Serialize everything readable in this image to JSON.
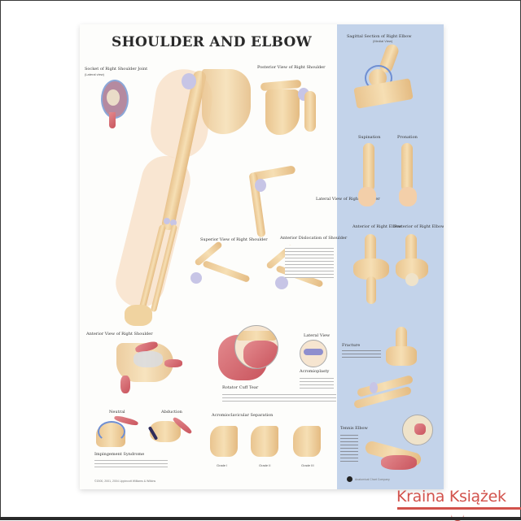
{
  "poster": {
    "title": "SHOULDER AND ELBOW",
    "colors": {
      "side_panel": "#c3d3ea",
      "bone": "#ecc994",
      "muscle": "#d3636b",
      "cartilage": "#c7c5e6",
      "background": "#fdfdfb"
    },
    "main_sections": [
      {
        "id": "arm",
        "label": "Right arm (anterior view)"
      },
      {
        "id": "sagittal_shoulder",
        "heading": "Socket of Right Shoulder Joint",
        "subheading": "(Lateral view)"
      },
      {
        "id": "posterior_shoulder",
        "heading": "Posterior View of Right Shoulder"
      },
      {
        "id": "lateral_shoulder",
        "heading": "Lateral View of Right Shoulder"
      },
      {
        "id": "superior_shoulder",
        "heading": "Superior View of Right Shoulder"
      },
      {
        "id": "anterior_dislocation",
        "heading": "Anterior Dislocation of Shoulder"
      },
      {
        "id": "anterior_shoulder",
        "heading": "Anterior View of Right Shoulder"
      },
      {
        "id": "lateral_view",
        "heading": "Lateral View"
      },
      {
        "id": "acromioplasty",
        "heading": "Acromioplasty"
      },
      {
        "id": "rotator_cuff",
        "heading": "Rotator Cuff Tear"
      },
      {
        "id": "neutral",
        "heading": "Neutral"
      },
      {
        "id": "abduction",
        "heading": "Abduction"
      },
      {
        "id": "impingement",
        "heading": "Impingement Syndrome"
      },
      {
        "id": "ac_separation",
        "heading": "Acromioclavicular Separation",
        "grades": [
          "Grade I",
          "Grade II",
          "Grade III"
        ]
      }
    ],
    "side_sections": [
      {
        "id": "sagittal_elbow",
        "heading": "Sagittal Section of Right Elbow",
        "subheading": "(Medial View)"
      },
      {
        "id": "supination",
        "heading": "Supination"
      },
      {
        "id": "pronation",
        "heading": "Pronation"
      },
      {
        "id": "anterior_elbow",
        "heading": "Anterior of Right Elbow"
      },
      {
        "id": "posterior_elbow",
        "heading": "Posterior of Right Elbow"
      },
      {
        "id": "fracture",
        "heading": "Fracture"
      },
      {
        "id": "tennis_elbow",
        "heading": "Tennis Elbow"
      }
    ],
    "footer": {
      "copyright": "©2000, 2001, 2004 Lippincott Williams & Wilkins",
      "publisher": "Anatomical Chart Company"
    }
  },
  "watermark": {
    "text": "Kraina Książek",
    "color": "#d2524c"
  }
}
